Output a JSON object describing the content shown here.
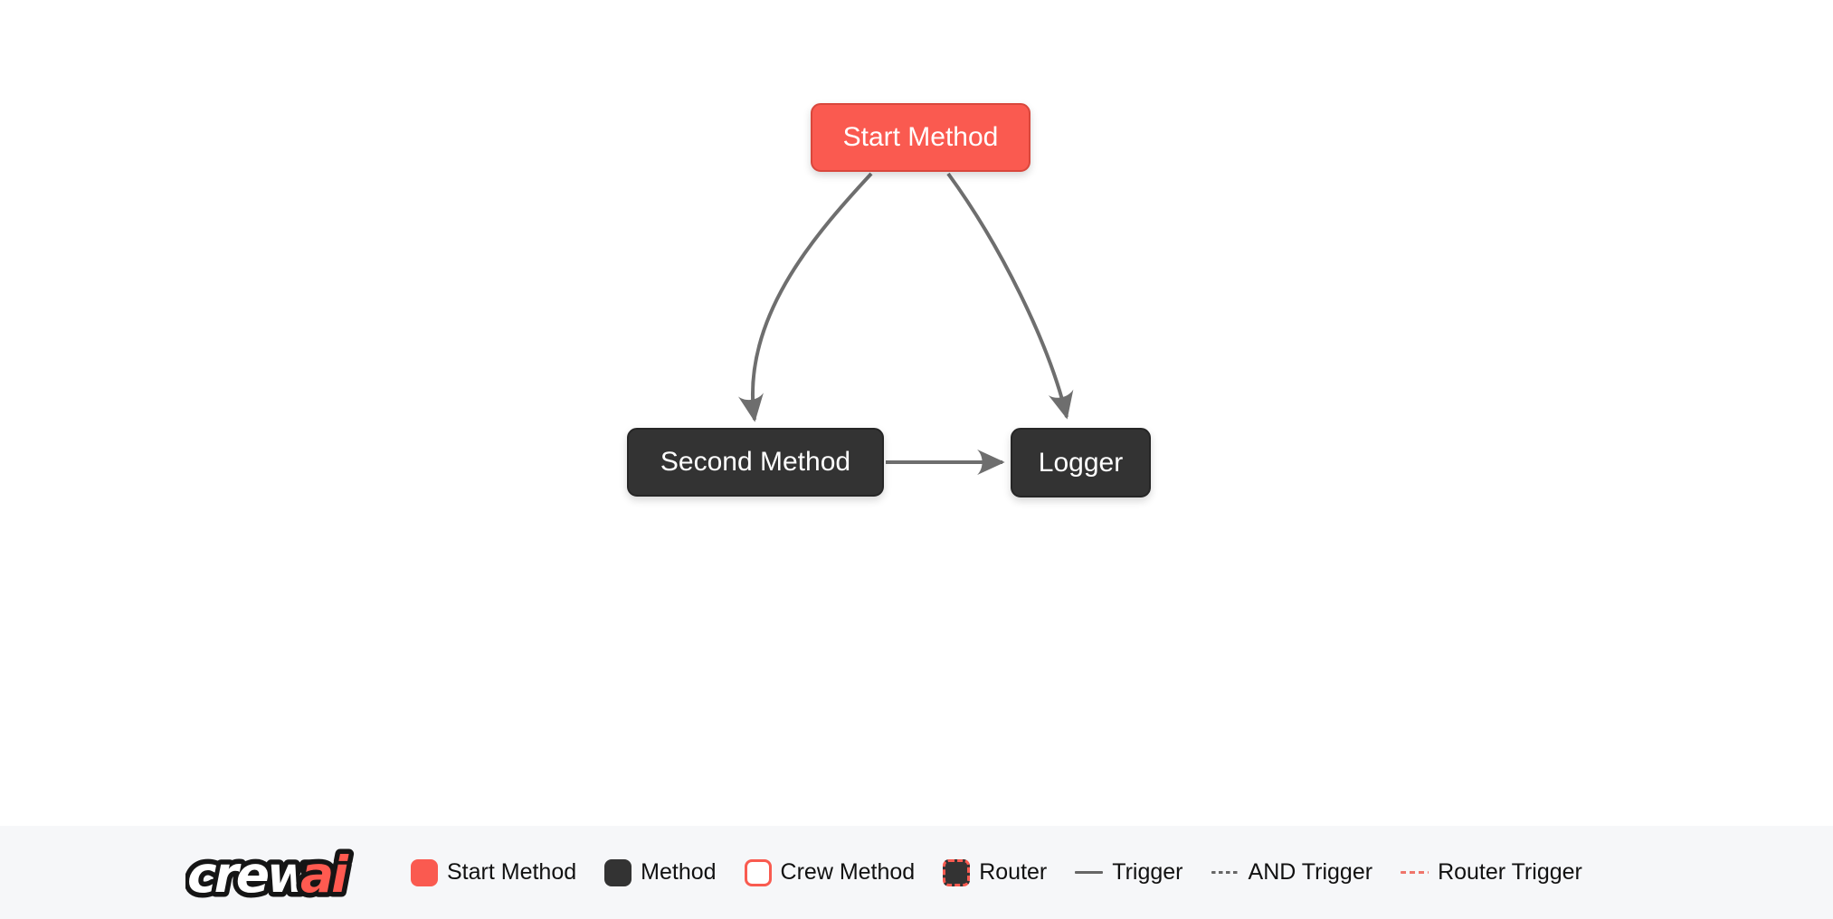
{
  "graph": {
    "nodes": [
      {
        "label": "Start Method",
        "type": "start-method"
      },
      {
        "label": "Second Method",
        "type": "method"
      },
      {
        "label": "Logger",
        "type": "method"
      }
    ],
    "edges": [
      {
        "from": "Start Method",
        "to": "Second Method",
        "type": "trigger"
      },
      {
        "from": "Start Method",
        "to": "Logger",
        "type": "trigger"
      },
      {
        "from": "Second Method",
        "to": "Logger",
        "type": "trigger"
      }
    ]
  },
  "legend": {
    "logo": {
      "part1": "crew",
      "part2": "ai"
    },
    "items": [
      {
        "label": "Start Method",
        "swatch": "start-method-box"
      },
      {
        "label": "Method",
        "swatch": "method-box"
      },
      {
        "label": "Crew Method",
        "swatch": "crew-method-box"
      },
      {
        "label": "Router",
        "swatch": "router-box"
      },
      {
        "label": "Trigger",
        "swatch": "solid-line"
      },
      {
        "label": "AND Trigger",
        "swatch": "dashed-line"
      },
      {
        "label": "Router Trigger",
        "swatch": "dashed-red-line"
      }
    ]
  },
  "colors": {
    "start_method_red": "#FA5A50",
    "start_method_border": "#D9473C",
    "method_dark": "#333333",
    "edge_gray": "#6E6E6E",
    "legend_background": "#F6F7F9",
    "router_trigger_red": "#EF756B",
    "canvas_background": "#FFFFFF"
  }
}
